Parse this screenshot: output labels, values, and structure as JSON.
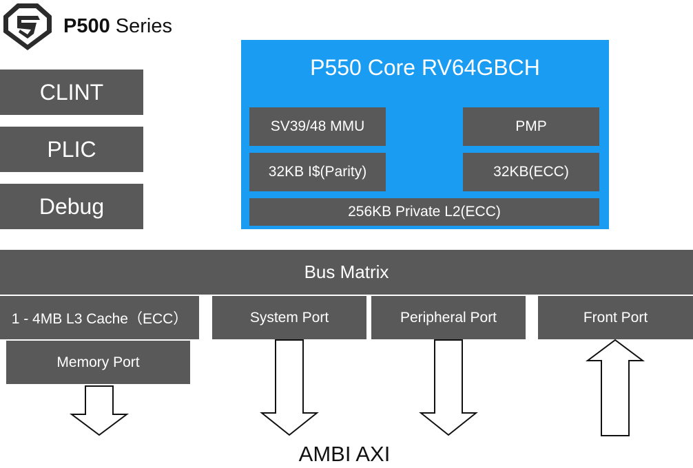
{
  "header": {
    "brand_bold": "P500",
    "brand_rest": "Series",
    "logo_icon": "sifive-logo-icon"
  },
  "side_blocks": [
    "CLINT",
    "PLIC",
    "Debug"
  ],
  "core": {
    "title": "P550 Core RV64GBCH",
    "mmu": "SV39/48 MMU",
    "pmp": "PMP",
    "icache": "32KB I$(Parity)",
    "dcache": "32KB(ECC)",
    "l2": "256KB Private L2(ECC)"
  },
  "bus": {
    "title": "Bus Matrix",
    "l3": "1 - 4MB L3 Cache（ECC）",
    "system_port": "System Port",
    "peripheral_port": "Peripheral Port",
    "front_port": "Front Port",
    "memory_port": "Memory Port"
  },
  "footer": {
    "axi_label": "AMBI AXI"
  },
  "colors": {
    "box": "#595959",
    "core_bg": "#1a9cf2",
    "text_light": "#ffffff"
  }
}
